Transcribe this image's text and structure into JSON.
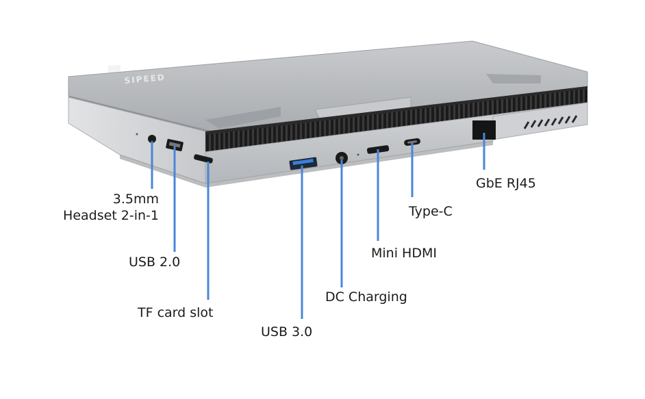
{
  "device": {
    "logo_text": "SIPEED",
    "accent_color": "#4a86d8",
    "body_color": "#b9bcc0"
  },
  "labels": {
    "headset": [
      "3.5mm",
      "Headset 2-in-1"
    ],
    "usb2": "USB 2.0",
    "tf_card": "TF card slot",
    "usb3": "USB 3.0",
    "dc_charging": "DC Charging",
    "mini_hdmi": "Mini HDMI",
    "type_c": "Type-C",
    "rj45": "GbE RJ45"
  }
}
